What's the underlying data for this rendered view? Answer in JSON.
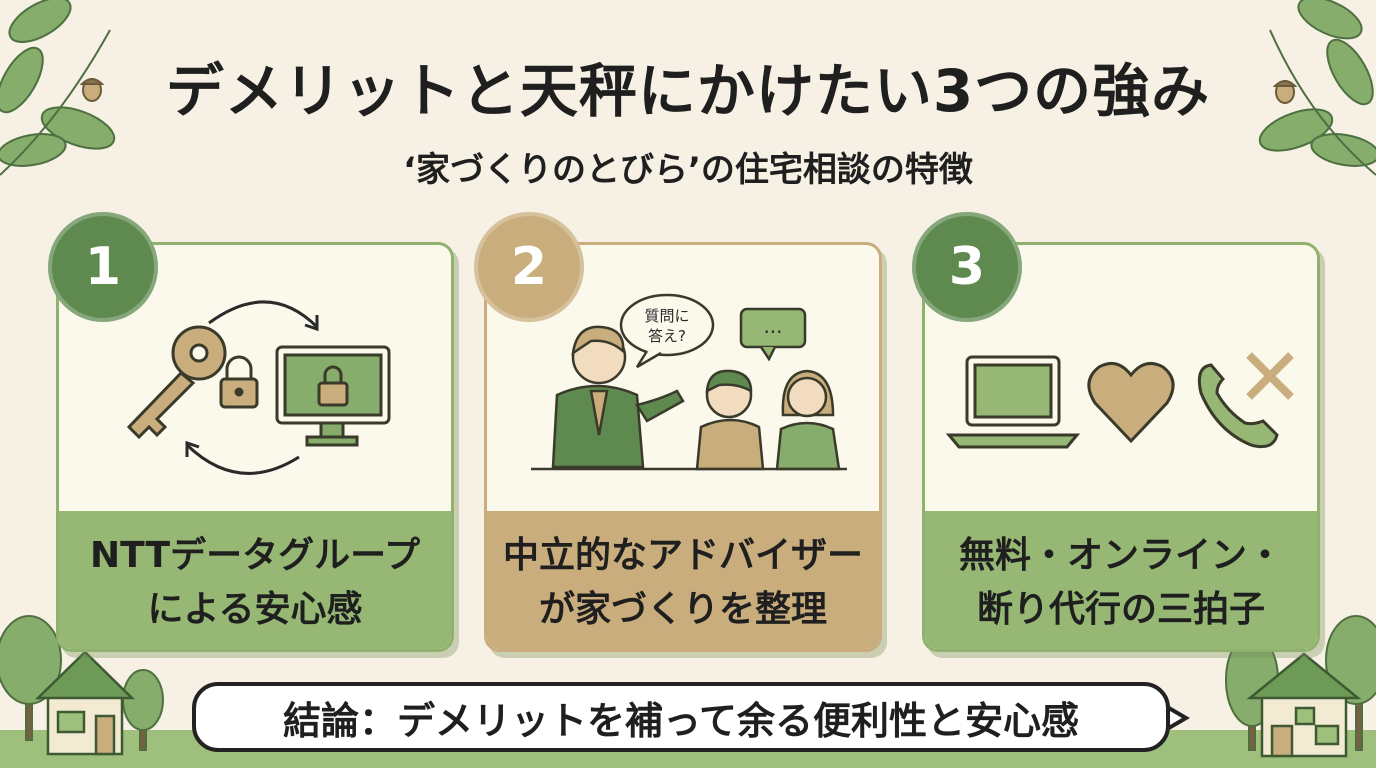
{
  "header": {
    "title": "デメリットと天秤にかけたい3つの強み",
    "subtitle": "‘家づくりのとびら’の住宅相談の特徴"
  },
  "cards": [
    {
      "number": "1",
      "line1": "NTTデータグループ",
      "line2": "による安心感",
      "icon": "key-lock-computer-icon"
    },
    {
      "number": "2",
      "line1": "中立的なアドバイザー",
      "line2": "が家づくりを整理",
      "icon": "advisor-consultation-illustration",
      "bubble": "質問に 答え?",
      "bubble_line1": "質問に",
      "bubble_line2": "答え?",
      "dots": "..."
    },
    {
      "number": "3",
      "line1": "無料・オンライン・",
      "line2": "断り代行の三拍子",
      "icon": "laptop-heart-phone-icon"
    }
  ],
  "conclusion": "結論：デメリットを補って余る便利性と安心感",
  "colors": {
    "background": "#f6f1e4",
    "green": "#5e8a4f",
    "light_green": "#96b874",
    "tan": "#c9ad7c",
    "card_bg": "#fbf8ec"
  }
}
